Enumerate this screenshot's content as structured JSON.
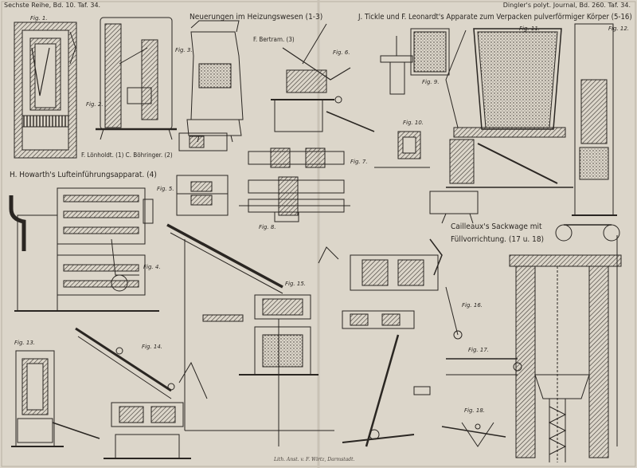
{
  "header": {
    "left": "Sechste Reihe, Bd. 10. Taf. 34.",
    "right": "Dingler's polyt. Journal, Bd. 260. Taf. 34."
  },
  "titles": {
    "heizung": "Neuerungen im Heizungswesen (1-3)",
    "tickle": "J. Tickle und F. Leonardt's Apparate zum Verpacken pulverförmiger Körper (5-16)",
    "bertram": "F. Bertram. (3)",
    "loenholdt": "F. Lönholdt. (1) C. Böhringer. (2)",
    "howarth": "H. Howarth's Lufteinführungsapparat. (4)",
    "cailleaux_1": "Cailleaux's Sackwage mit",
    "cailleaux_2": "Füllvorrichtung. (17 u. 18)"
  },
  "figures": [
    "Fig. 1.",
    "Fig. 2.",
    "Fig. 3.",
    "Fig. 4.",
    "Fig. 5.",
    "Fig. 6.",
    "Fig. 7.",
    "Fig. 8.",
    "Fig. 9.",
    "Fig. 10.",
    "Fig. 11.",
    "Fig. 12.",
    "Fig. 13.",
    "Fig. 14.",
    "Fig. 15.",
    "Fig. 16.",
    "Fig. 17.",
    "Fig. 18."
  ],
  "imprint": "Lith. Anst. v. F. Wirtz, Darmstadt."
}
